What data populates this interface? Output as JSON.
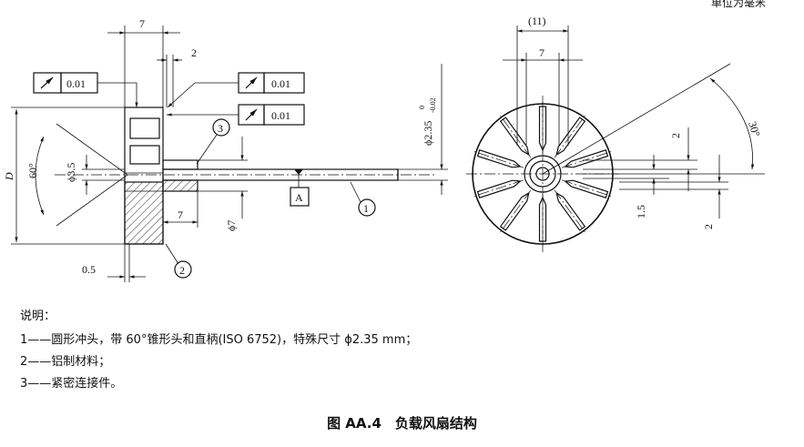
{
  "unit_note": "单位为毫米",
  "left_view": {
    "dim_7_top": "7",
    "dim_2": "2",
    "tol_1": "0.01",
    "tol_2": "0.01",
    "tol_3": "0.01",
    "callout_3": "3",
    "callout_1": "1",
    "callout_2": "2",
    "datum": "A",
    "dim_D": "D",
    "angle_60": "60°",
    "dim_phi35": "ϕ3.5",
    "dim_7_mid": "7",
    "dim_phi7": "ϕ7",
    "dim_05": "0.5",
    "dim_phi235": "ϕ2.35",
    "tol_upper": "0",
    "tol_lower": "-0.02"
  },
  "right_view": {
    "dim_11": "(11)",
    "dim_7": "7",
    "dim_2_a": "2",
    "dim_15": "1.5",
    "dim_2_b": "2",
    "angle_30": "30°"
  },
  "legend": {
    "title": "说明：",
    "item1": "1——圆形冲头，带 60°锥形头和直柄(ISO 6752)，特殊尺寸 ϕ2.35 mm；",
    "item2": "2——铝制材料；",
    "item3": "3——紧密连接件。"
  },
  "caption": "图 AA.4　负载风扇结构"
}
